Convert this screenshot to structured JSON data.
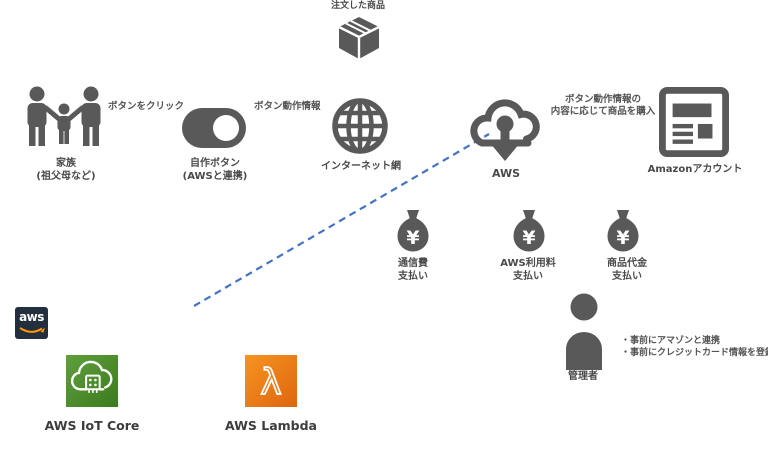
{
  "diagram": {
    "package": {
      "label": "注文した商品"
    },
    "family": {
      "line1": "家族",
      "line2": "(祖父母など)"
    },
    "notes": {
      "click": "ボタンをクリック",
      "press_info": "ボタン動作情報",
      "purchase_line1": "ボタン動作情報の",
      "purchase_line2": "内容に応じて商品を購入"
    },
    "button": {
      "line1": "自作ボタン",
      "line2": "(AWSと連携)"
    },
    "internet": {
      "label": "インターネット網"
    },
    "aws_cloud": {
      "label": "AWS"
    },
    "amazon_account": {
      "label": "Amazonアカウント"
    },
    "payments": [
      {
        "line1": "通信費",
        "line2": "支払い"
      },
      {
        "line1": "AWS利用料",
        "line2": "支払い"
      },
      {
        "line1": "商品代金",
        "line2": "支払い"
      }
    ],
    "admin": {
      "label": "管理者",
      "note1": "・事前にアマゾンと連携",
      "note2": "・事前にクレジットカード情報を登録"
    },
    "aws_logo_text": "aws",
    "services": [
      {
        "label": "AWS IoT Core"
      },
      {
        "label": "AWS Lambda"
      }
    ],
    "icons": {
      "yen": "¥",
      "lambda": "λ"
    },
    "colors": {
      "icon_gray": "#595959",
      "text": "#4a4a4a",
      "connector_blue": "#4472c4",
      "aws_navy": "#232f3e",
      "aws_orange": "#ff9900",
      "iot_green_light": "#5fa03a",
      "iot_green_dark": "#3c7a1f",
      "lambda_orange_light": "#f79420",
      "lambda_orange_dark": "#dd6610"
    }
  }
}
